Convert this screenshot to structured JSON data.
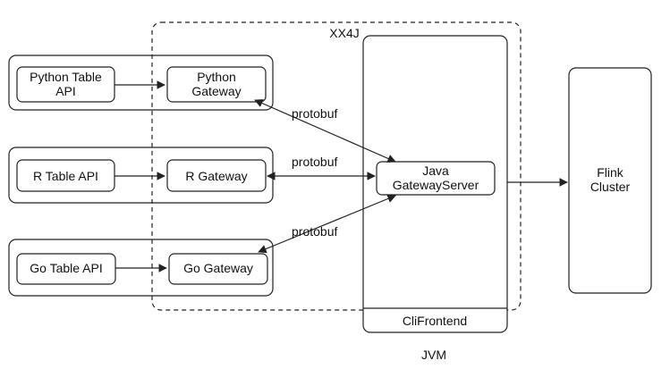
{
  "diagram": {
    "xx4j_label": "XX4J",
    "jvm_label": "JVM",
    "clifrontend_label": "CliFrontend",
    "flink_cluster": {
      "line1": "Flink",
      "line2": "Cluster"
    },
    "java_gateway_server": {
      "line1": "Java",
      "line2": "GatewayServer"
    },
    "python": {
      "api": {
        "line1": "Python Table",
        "line2": "API"
      },
      "gateway": {
        "line1": "Python",
        "line2": "Gateway"
      }
    },
    "r": {
      "api": "R Table API",
      "gateway": "R Gateway"
    },
    "go": {
      "api": "Go Table API",
      "gateway": "Go Gateway"
    },
    "protobuf_labels": [
      "protobuf",
      "protobuf",
      "protobuf"
    ]
  }
}
